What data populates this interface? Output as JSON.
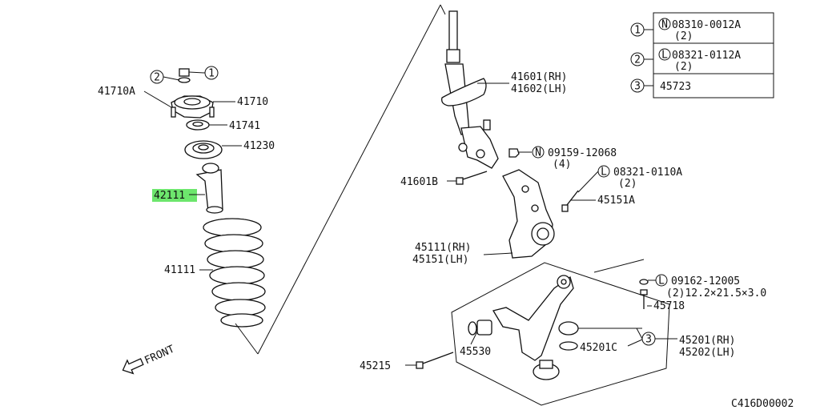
{
  "legend": {
    "row1": {
      "num": "1",
      "prefix": "N",
      "code": "08310-0012A",
      "qty": "(2)"
    },
    "row2": {
      "num": "2",
      "prefix": "L",
      "code": "08321-0112A",
      "qty": "(2)"
    },
    "row3": {
      "num": "3",
      "code": "45723"
    }
  },
  "callouts": {
    "c41710a": "41710A",
    "c2": "2",
    "c1": "1",
    "c41710": "41710",
    "c41741": "41741",
    "c41230": "41230",
    "c42111": "42111",
    "c41111": "41111",
    "front": "FRONT",
    "c41601": "41601(RH)",
    "c41602": "41602(LH)",
    "n09159_prefix": "N",
    "n09159": "09159-12068",
    "n09159_qty": "(4)",
    "c41601b": "41601B",
    "l08321_prefix": "L",
    "l08321": "08321-0110A",
    "l08321_qty": "(2)",
    "c45151a": "45151A",
    "c45111": "45111(RH)",
    "c45151": "45151(LH)",
    "l09162_prefix": "L",
    "l09162": "09162-12005",
    "l09162_qty": "(2)12.2×21.5×3.0",
    "c45718": "45718",
    "c45201": "45201(RH)",
    "c45202": "45202(LH)",
    "c45201c": "45201C",
    "c3": "3",
    "c45530": "45530",
    "c45215": "45215",
    "diagram_id": "C416D00002"
  }
}
